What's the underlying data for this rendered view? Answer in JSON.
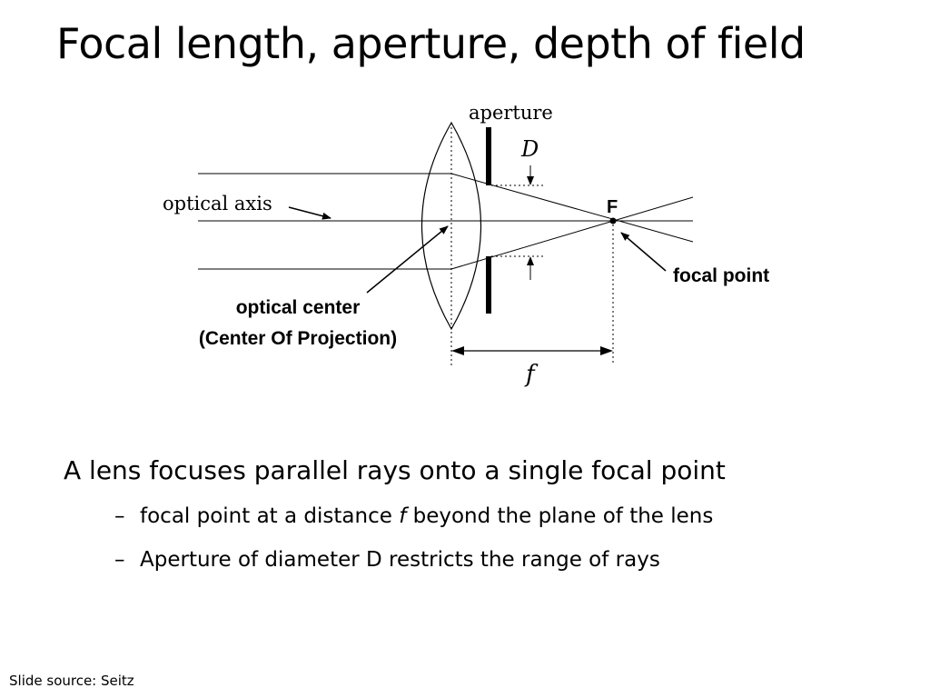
{
  "slide": {
    "title": "Focal length, aperture, depth of field",
    "footer": "Slide source: Seitz"
  },
  "diagram": {
    "label_aperture": "aperture",
    "label_D": "D",
    "label_optical_axis": "optical axis",
    "label_F": "F",
    "label_focal_point": "focal point",
    "label_optical_center_line1": "optical center",
    "label_optical_center_line2": "(Center Of Projection)",
    "label_f": "f"
  },
  "bullets": {
    "main": "A lens focuses parallel rays onto a single focal point",
    "sub1_pre": "focal point at a distance ",
    "sub1_var": "f",
    "sub1_post": " beyond the plane of the lens",
    "sub2": "Aperture of diameter D restricts the range of rays"
  }
}
